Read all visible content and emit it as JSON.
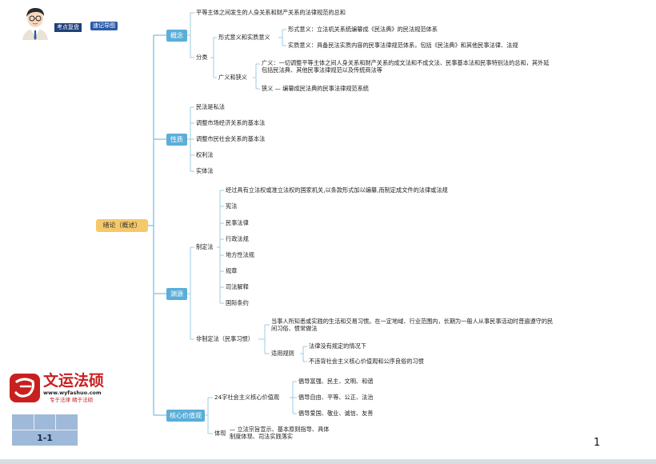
{
  "header": {
    "badge_left": "考点复盘",
    "badge_right": "速记导图"
  },
  "logo": {
    "brand": "文运法硕",
    "url": "www.wyfashuo.com",
    "slogan": "专于法律 精于法硕"
  },
  "page_label": "1-1",
  "page_number": "1",
  "mindmap": {
    "root": "绪论（概述）",
    "concept": {
      "label": "概念",
      "definition": "平等主体之间发生的人身关系和财产关系的法律规范的总和",
      "classify": "分类",
      "formal_substantive": "形式意义和实质意义",
      "formal": "形式意义：立法机关系统编纂成《民法典》的民法规范体系",
      "substantive": "实质意义：具备民法实质内容的民事法律规范体系，包括《民法典》和其他民事法律、法规",
      "broad_narrow": "广义和狭义",
      "broad": "广义：一切调整平等主体之间人身关系和财产关系的成文法和不成文法、民事基本法和民事特别法的总和，其外延包括民法典、其他民事法律规范以及传统商法等",
      "narrow": "狭义 — 编纂成民法典的民事法律规范系统"
    },
    "nature": {
      "label": "性质",
      "items": [
        "民法是私法",
        "调整市场经济关系的基本法",
        "调整市民社会关系的基本法",
        "权利法",
        "实体法"
      ]
    },
    "source": {
      "label": "渊源",
      "statutory": "制定法",
      "statutory_items": [
        "经过具有立法权或准立法权的国家机关,以条款形式加以编纂,而制定成文件的法律或法规",
        "宪法",
        "民事法律",
        "行政法规",
        "地方性法规",
        "规章",
        "司法解释",
        "国际条约"
      ],
      "non_statutory": "非制定法（民事习惯）",
      "custom_def": "当事人所知悉或实践的生活和交易习惯。在一定地域、行业范围内，长期为一般人从事民事活动时普遍遵守的民间习俗、惯常做法",
      "apply_rule": "适用规则",
      "apply_items": [
        "法律没有规定的情况下",
        "不违背社会主义核心价值观和公序良俗的习惯"
      ]
    },
    "core_values": {
      "label": "核心价值观",
      "values24": "24字社会主义核心价值观",
      "value_items": [
        "倡导富强、民主、文明、和谐",
        "倡导自由、平等、公正、法治",
        "倡导爱国、敬业、诚信、友善"
      ],
      "embody": "体现",
      "embody_text": "— 立法宗旨宣示、基本原则指导、具体制度体现、司法实践落实"
    }
  },
  "colors": {
    "node_blue": "#5aaed9",
    "root_yellow": "#f5c86a",
    "line_blue": "#7fbfe0",
    "logo_red": "#c8201f",
    "page_label_blue": "#9fb9d9"
  }
}
